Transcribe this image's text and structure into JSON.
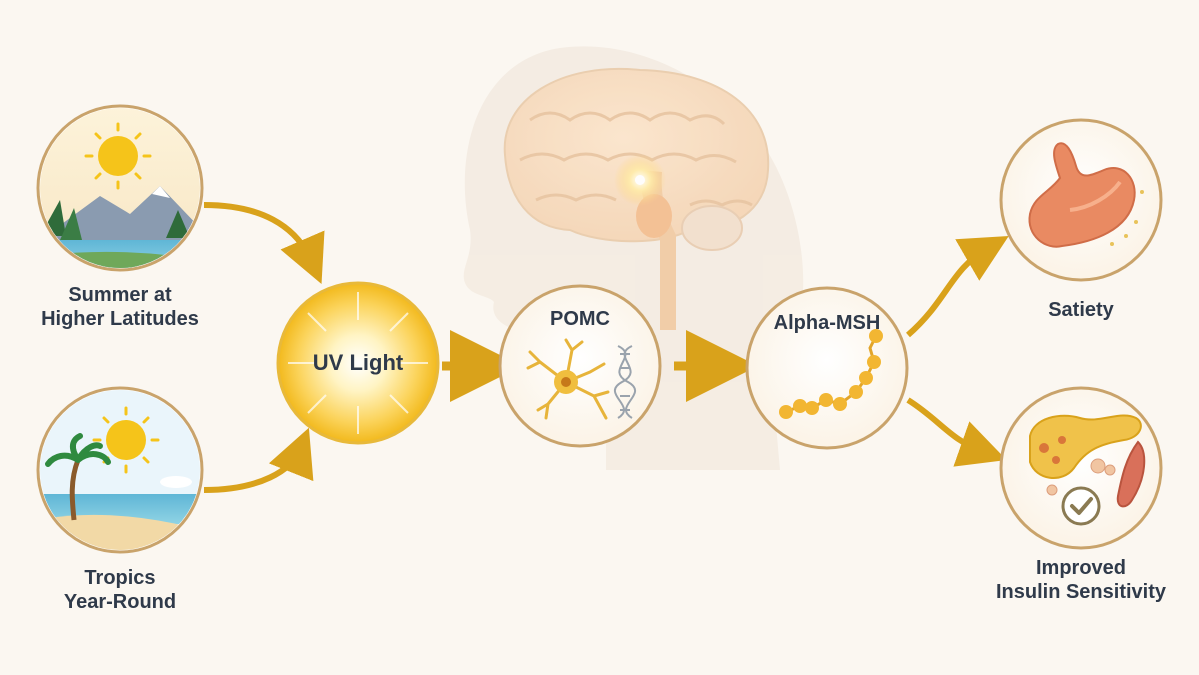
{
  "colors": {
    "background": "#fbf7f1",
    "arrow": "#d9a21b",
    "circle_border": "#c9a36b",
    "sun": "#f5c41a",
    "text": "#2f3a4a"
  },
  "sources": [
    {
      "line1": "Summer at",
      "line2": "Higher Latitudes",
      "icon": "mountain-lake-sun-icon"
    },
    {
      "line1": "Tropics",
      "line2": "Year-Round",
      "icon": "beach-palm-sun-icon"
    }
  ],
  "pathway": {
    "uv": {
      "label": "UV Light",
      "icon": "sunburst-icon"
    },
    "pomc": {
      "label": "POMC",
      "icon": "neuron-dna-icon"
    },
    "msh": {
      "label": "Alpha-MSH",
      "icon": "peptide-chain-icon"
    }
  },
  "outcomes": [
    {
      "line1": "Satiety",
      "line2": "",
      "icon": "stomach-icon"
    },
    {
      "line1": "Improved",
      "line2": "Insulin Sensitivity",
      "icon": "pancreas-muscle-check-icon"
    }
  ],
  "background_icon": "head-brain-silhouette-icon"
}
